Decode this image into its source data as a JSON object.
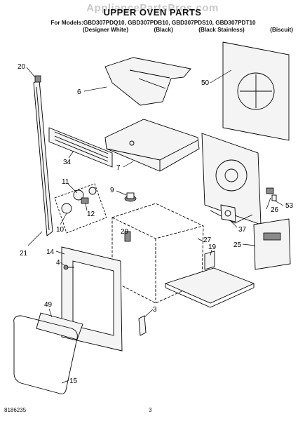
{
  "header": {
    "watermark": "AppliancePartsPros.com",
    "title": "UPPER OVEN PARTS",
    "models_line": "For Models:GBD307PDQ10, GBD307PDB10, GBD307PDS10, GBD307PDT10",
    "variants": [
      "(Designer White)",
      "(Black)",
      "(Black Stainless)",
      "(Biscuit)"
    ]
  },
  "callouts": [
    "20",
    "6",
    "50",
    "34",
    "7",
    "11",
    "9",
    "26",
    "53",
    "10",
    "12",
    "29",
    "37",
    "27",
    "21",
    "14",
    "19",
    "25",
    "4",
    "49",
    "3",
    "15"
  ],
  "footer": {
    "doc_number": "8186235",
    "page_number": "3"
  }
}
